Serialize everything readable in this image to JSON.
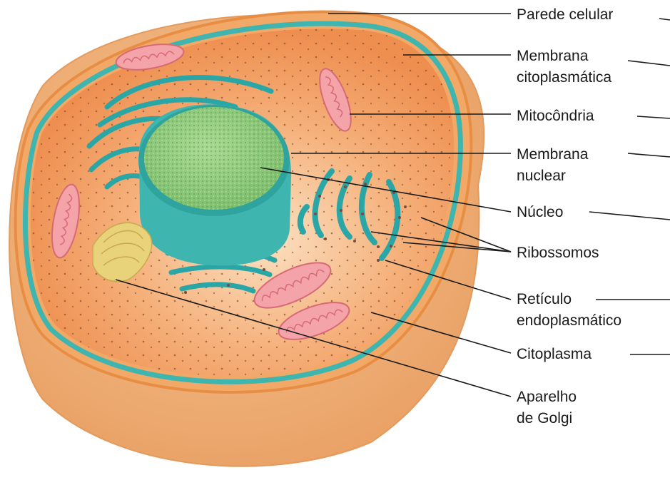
{
  "colors": {
    "cell_outer": "#F2B57A",
    "cytoplasm": "#F08A4B",
    "membrane": "#3FB5B0",
    "nucleus": "#8FC97A",
    "mitochondria": "#F4A3A8",
    "golgi": "#E8D27A",
    "er": "#2BA6A6",
    "ribosome": "#7A4A3A",
    "leader": "#1a1a1a"
  },
  "labels": {
    "cell_wall": "Parede celular",
    "plasma_membrane_1": "Membrana",
    "plasma_membrane_2": "citoplasmática",
    "mitochondria": "Mitocôndria",
    "nuclear_membrane_1": "Membrana",
    "nuclear_membrane_2": "nuclear",
    "nucleus": "Núcleo",
    "ribosomes": "Ribossomos",
    "er_1": "Retículo",
    "er_2": "endoplasmático",
    "cytoplasm": "Citoplasma",
    "golgi_1": "Aparelho",
    "golgi_2": "de Golgi"
  }
}
